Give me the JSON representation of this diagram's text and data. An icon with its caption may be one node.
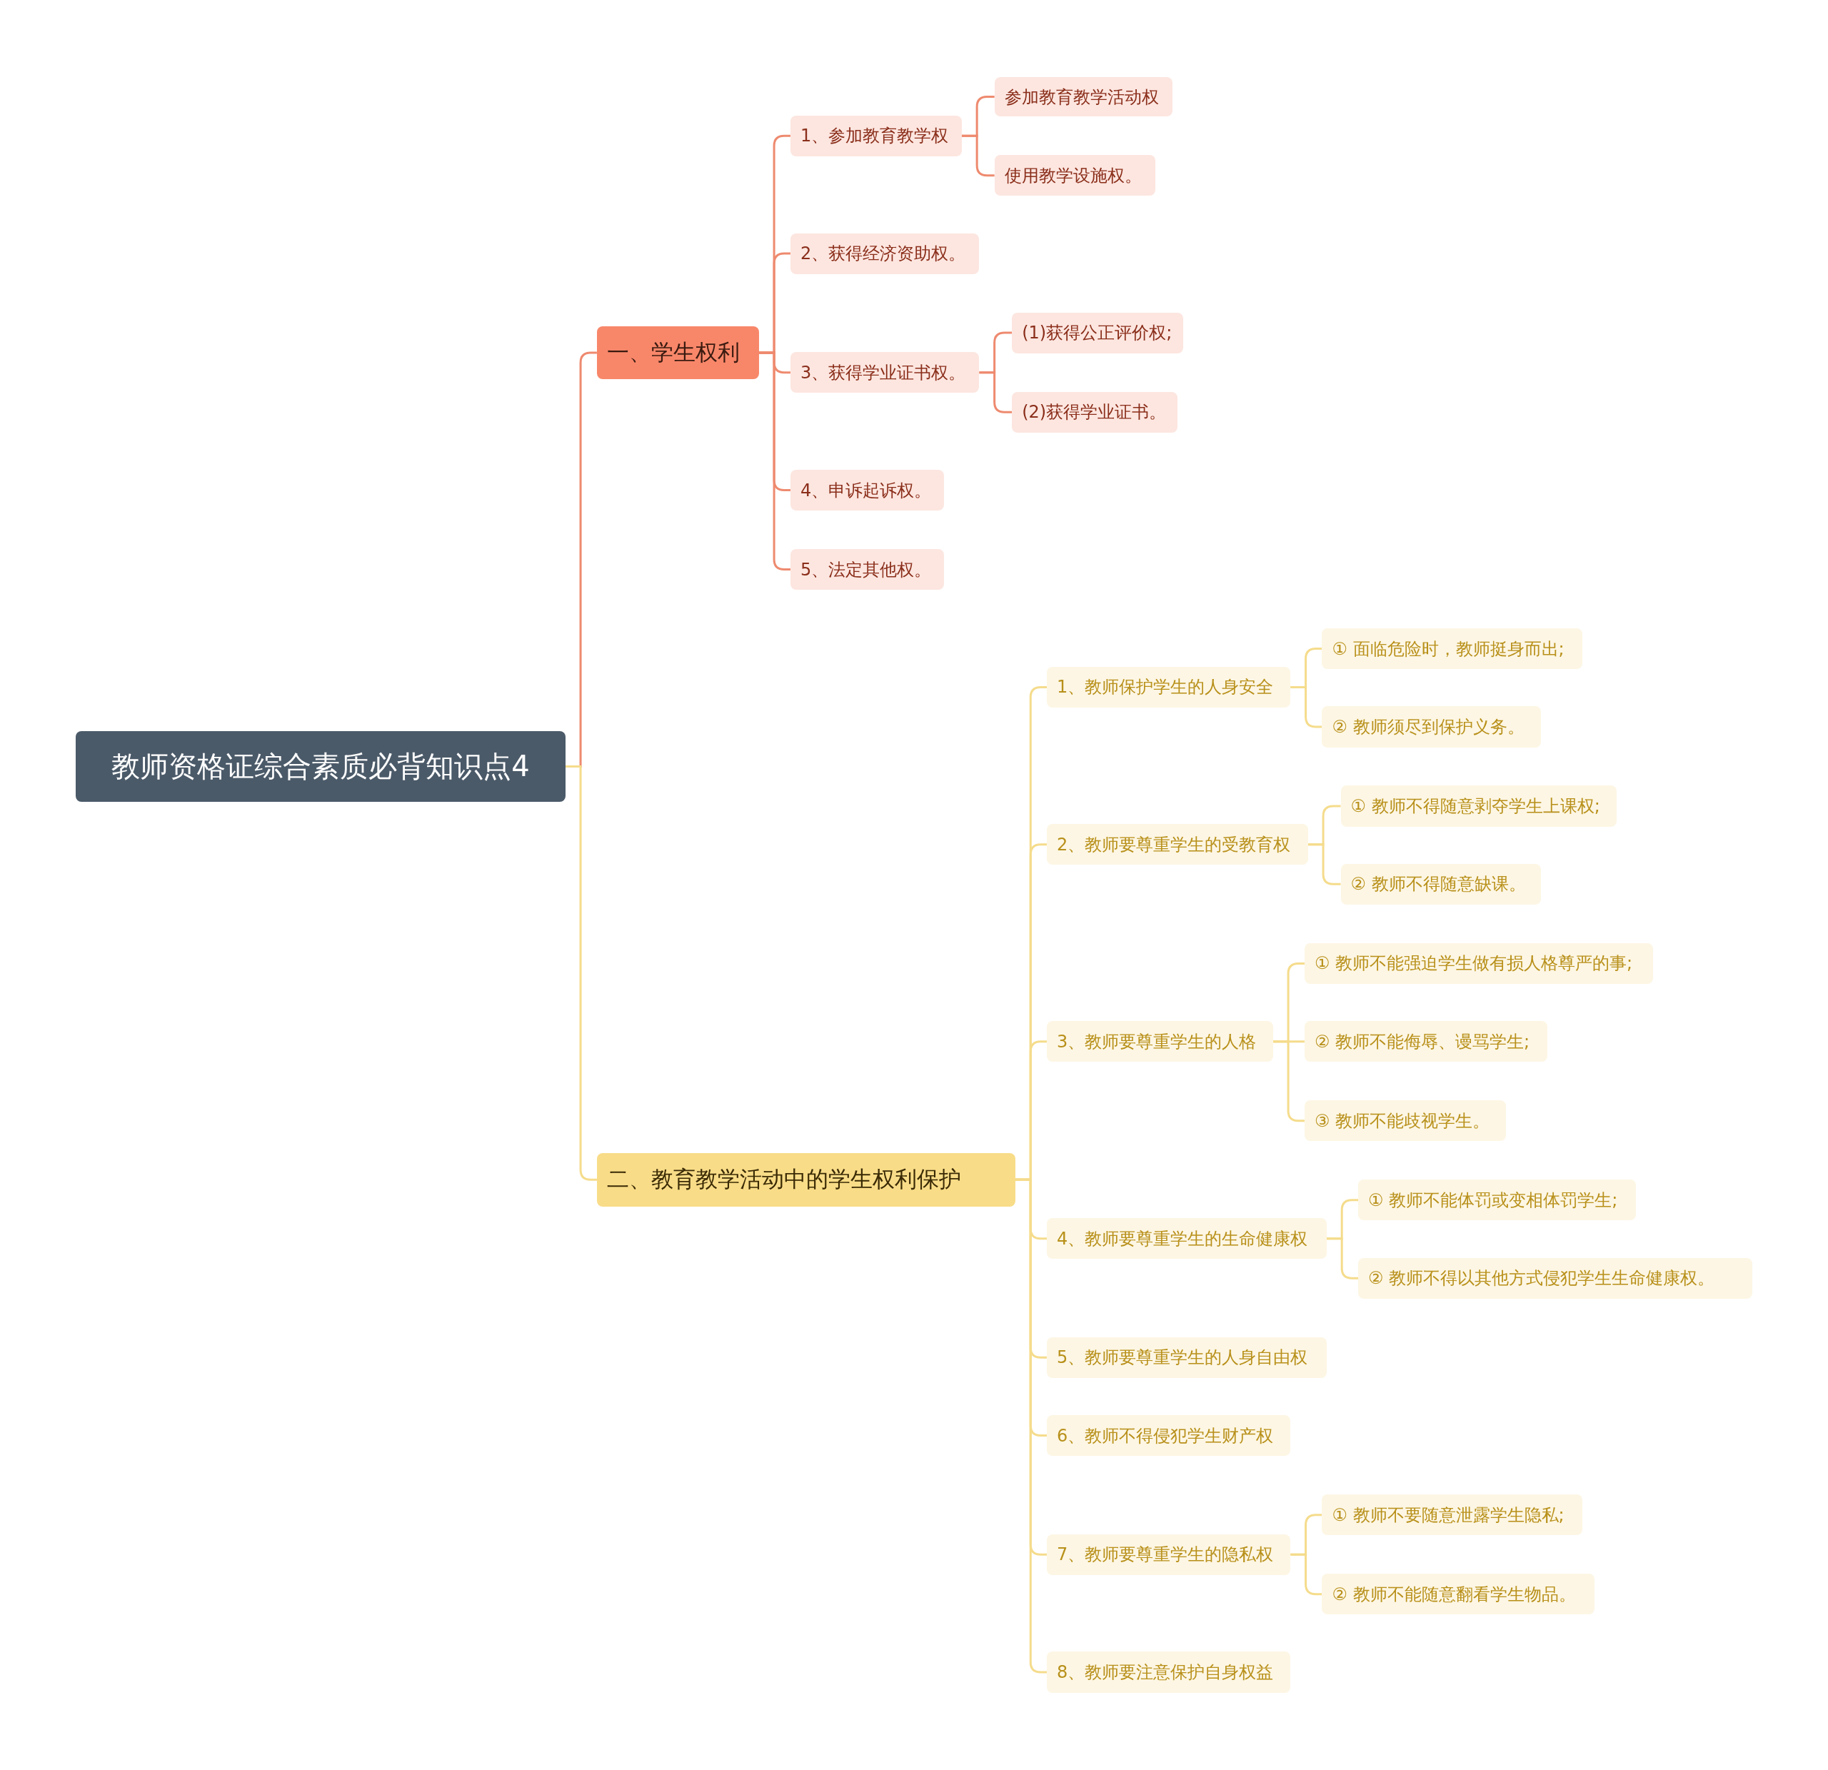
{
  "diagram": {
    "nodes": [
      {
        "text": [
          "教师资格证综合素质必背知识点4"
        ]
      },
      {
        "text": [
          "一、学生权利"
        ]
      },
      {
        "text": [
          "1、参加教育教学权"
        ]
      },
      {
        "text": [
          "参加教育教学活动权"
        ]
      },
      {
        "text": [
          "使用教学设施权。"
        ]
      },
      {
        "text": [
          "2、获得经济资助权。"
        ]
      },
      {
        "text": [
          "3、获得学业证书权。"
        ]
      },
      {
        "text": [
          "(1)获得公正评价权;"
        ]
      },
      {
        "text": [
          "(2)获得学业证书。"
        ]
      },
      {
        "text": [
          "4、申诉起诉权。"
        ]
      },
      {
        "text": [
          "5、法定其他权。"
        ]
      },
      {
        "text": [
          "二、教育教学活动中的学生权利保护"
        ]
      },
      {
        "text": [
          "1、教师保护学生的人身安全"
        ]
      },
      {
        "text": [
          "① 面临危险时，教师挺身而出;"
        ]
      },
      {
        "text": [
          "② 教师须尽到保护义务。"
        ]
      },
      {
        "text": [
          "2、教师要尊重学生的受教育权"
        ]
      },
      {
        "text": [
          "① 教师不得随意剥夺学生上课权;"
        ]
      },
      {
        "text": [
          "② 教师不得随意缺课。"
        ]
      },
      {
        "text": [
          "3、教师要尊重学生的人格"
        ]
      },
      {
        "text": [
          "① 教师不能强迫学生做有损人格尊严的事;"
        ]
      },
      {
        "text": [
          "② 教师不能侮辱、谩骂学生;"
        ]
      },
      {
        "text": [
          "③ 教师不能歧视学生。"
        ]
      },
      {
        "text": [
          "4、教师要尊重学生的生命健康权"
        ]
      },
      {
        "text": [
          "① 教师不能体罚或变相体罚学生;"
        ]
      },
      {
        "text": [
          "② 教师不得以其他方式侵犯学生生命健康权。"
        ]
      },
      {
        "text": [
          "5、教师要尊重学生的人身自由权"
        ]
      },
      {
        "text": [
          "6、教师不得侵犯学生财产权"
        ]
      },
      {
        "text": [
          "7、教师要尊重学生的隐私权"
        ]
      },
      {
        "text": [
          "① 教师不要随意泄露学生隐私;"
        ]
      },
      {
        "text": [
          "② 教师不能随意翻看学生物品。"
        ]
      },
      {
        "text": [
          "8、教师要注意保护自身权益"
        ]
      }
    ],
    "edges": [
      {
        "from": 0,
        "to": 1,
        "arrow": "none",
        "color": "#ee8a6f"
      },
      {
        "from": 1,
        "to": 2,
        "arrow": "none",
        "color": "#ee8a6f"
      },
      {
        "from": 2,
        "to": 3,
        "arrow": "none",
        "color": "#ee8a6f"
      },
      {
        "from": 2,
        "to": 4,
        "arrow": "none",
        "color": "#ee8a6f"
      },
      {
        "from": 1,
        "to": 5,
        "arrow": "none",
        "color": "#ee8a6f"
      },
      {
        "from": 1,
        "to": 6,
        "arrow": "none",
        "color": "#ee8a6f"
      },
      {
        "from": 6,
        "to": 7,
        "arrow": "none",
        "color": "#ee8a6f"
      },
      {
        "from": 6,
        "to": 8,
        "arrow": "none",
        "color": "#ee8a6f"
      },
      {
        "from": 1,
        "to": 9,
        "arrow": "none",
        "color": "#ee8a6f"
      },
      {
        "from": 1,
        "to": 10,
        "arrow": "none",
        "color": "#ee8a6f"
      },
      {
        "from": 0,
        "to": 11,
        "arrow": "none"
      },
      {
        "from": 11,
        "to": 12,
        "arrow": "none"
      },
      {
        "from": 12,
        "to": 13,
        "arrow": "none"
      },
      {
        "from": 12,
        "to": 14,
        "arrow": "none"
      },
      {
        "from": 11,
        "to": 15,
        "arrow": "none"
      },
      {
        "from": 15,
        "to": 16,
        "arrow": "none"
      },
      {
        "from": 15,
        "to": 17,
        "arrow": "none"
      },
      {
        "from": 11,
        "to": 18,
        "arrow": "none"
      },
      {
        "from": 18,
        "to": 19,
        "arrow": "none"
      },
      {
        "from": 18,
        "to": 20,
        "arrow": "none"
      },
      {
        "from": 18,
        "to": 21,
        "arrow": "none"
      },
      {
        "from": 11,
        "to": 22,
        "arrow": "none"
      },
      {
        "from": 22,
        "to": 23,
        "arrow": "none"
      },
      {
        "from": 22,
        "to": 24,
        "arrow": "none"
      },
      {
        "from": 11,
        "to": 25,
        "arrow": "none"
      },
      {
        "from": 11,
        "to": 26,
        "arrow": "none"
      },
      {
        "from": 11,
        "to": 27,
        "arrow": "none"
      },
      {
        "from": 27,
        "to": 28,
        "arrow": "none"
      },
      {
        "from": 27,
        "to": 29,
        "arrow": "none"
      },
      {
        "from": 11,
        "to": 30,
        "arrow": "none"
      }
    ]
  }
}
